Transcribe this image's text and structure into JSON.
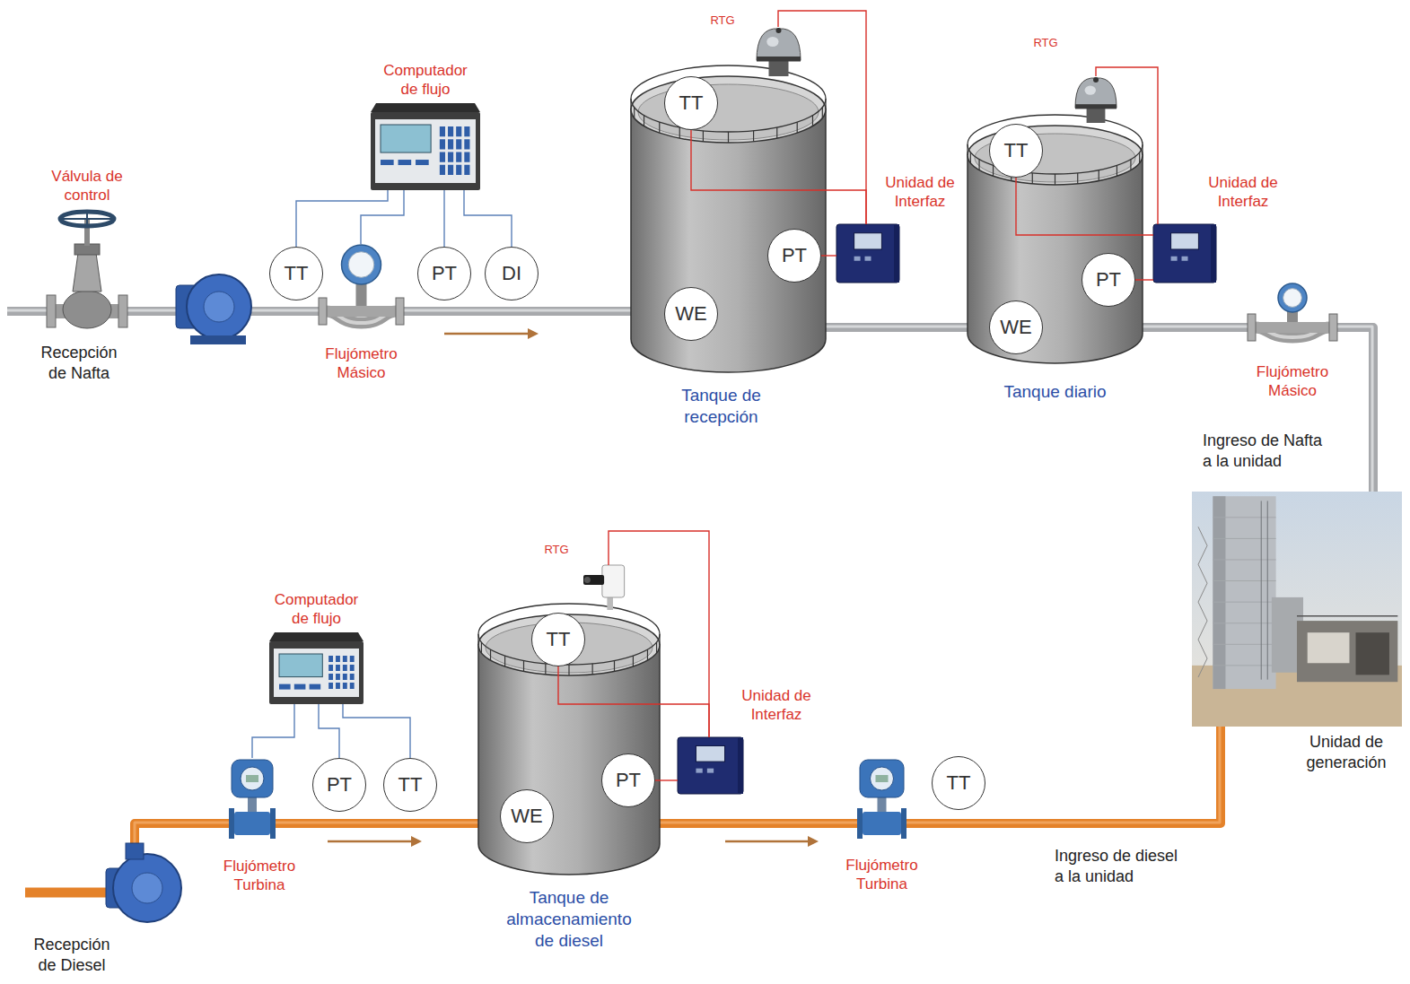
{
  "diagram": {
    "nodes": [
      {
        "text": [
          "Válvula de control"
        ]
      },
      {
        "text": [
          "Computador de flujo"
        ]
      },
      {
        "text": [
          "TT"
        ]
      },
      {
        "text": [
          "Flujómetro Másico"
        ]
      },
      {
        "text": [
          "PT"
        ]
      },
      {
        "text": [
          "DI"
        ]
      },
      {
        "text": [
          "Tanque de recepción"
        ]
      },
      {
        "text": [
          "TT"
        ],
        "in": 6
      },
      {
        "text": [
          "PT"
        ],
        "in": 6
      },
      {
        "text": [
          "WE"
        ],
        "in": 6
      },
      {
        "text": [
          "RTG"
        ]
      },
      {
        "text": [
          "Unidad de Interfaz"
        ]
      },
      {
        "text": [
          "Tanque diario"
        ]
      },
      {
        "text": [
          "TT"
        ],
        "in": 12
      },
      {
        "text": [
          "PT"
        ],
        "in": 12
      },
      {
        "text": [
          "WE"
        ],
        "in": 12
      },
      {
        "text": [
          "RTG"
        ]
      },
      {
        "text": [
          "Unidad de Interfaz"
        ]
      },
      {
        "text": [
          "Flujómetro Másico"
        ]
      },
      {
        "text": [
          "Unidad de generación"
        ]
      },
      {
        "text": [
          "Computador de flujo"
        ]
      },
      {
        "text": [
          "Flujómetro Turbina"
        ]
      },
      {
        "text": [
          "PT"
        ]
      },
      {
        "text": [
          "TT"
        ]
      },
      {
        "text": [
          "Tanque de almacenamiento de diesel"
        ]
      },
      {
        "text": [
          "TT"
        ],
        "in": 24
      },
      {
        "text": [
          "PT"
        ],
        "in": 24
      },
      {
        "text": [
          "WE"
        ],
        "in": 24
      },
      {
        "text": [
          "RTG"
        ]
      },
      {
        "text": [
          "Unidad de Interfaz"
        ]
      },
      {
        "text": [
          "Flujómetro Turbina"
        ]
      },
      {
        "text": [
          "TT"
        ]
      }
    ],
    "edges": [
      {
        "from": 1,
        "to": 2,
        "arrow": "none"
      },
      {
        "from": 1,
        "to": 3,
        "arrow": "none"
      },
      {
        "from": 1,
        "to": 4,
        "arrow": "none"
      },
      {
        "from": 1,
        "to": 5,
        "arrow": "none"
      },
      {
        "from": 10,
        "to": 11,
        "arrow": "none"
      },
      {
        "from": 7,
        "to": 11,
        "arrow": "none"
      },
      {
        "from": 8,
        "to": 11,
        "arrow": "none"
      },
      {
        "from": 16,
        "to": 17,
        "arrow": "none"
      },
      {
        "from": 13,
        "to": 17,
        "arrow": "none"
      },
      {
        "from": 14,
        "to": 17,
        "arrow": "none"
      },
      {
        "from": 20,
        "to": 21,
        "arrow": "none"
      },
      {
        "from": 20,
        "to": 22,
        "arrow": "none"
      },
      {
        "from": 20,
        "to": 23,
        "arrow": "none"
      },
      {
        "from": 28,
        "to": 29,
        "arrow": "none"
      },
      {
        "from": 25,
        "to": 29,
        "arrow": "none"
      },
      {
        "from": 26,
        "to": 29,
        "arrow": "none"
      }
    ],
    "labels": [
      "Recepción de Nafta",
      "Ingreso de Nafta a la unidad",
      "Recepción de Diesel",
      "Ingreso de diesel a la unidad"
    ]
  }
}
